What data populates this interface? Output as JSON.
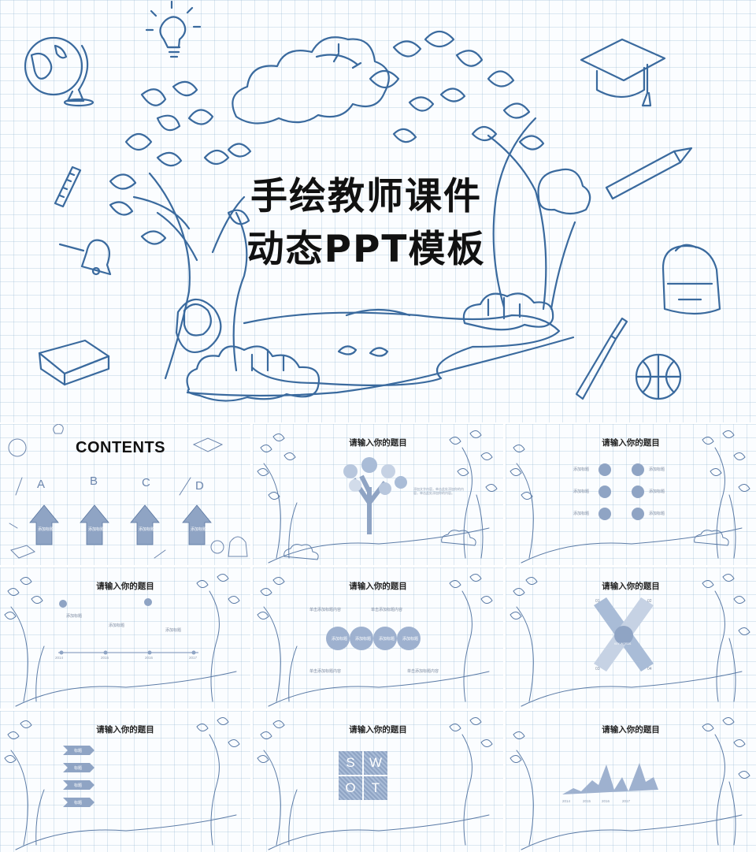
{
  "hero": {
    "title_line_1": "手绘教师课件",
    "title_line_2": "动态PPT模板"
  },
  "thumbnails": [
    {
      "type": "contents",
      "title": "CONTENTS",
      "letters": [
        "A",
        "B",
        "C",
        "D"
      ],
      "arrow_labels": [
        "添加标题",
        "添加标题",
        "添加标题",
        "添加标题"
      ]
    },
    {
      "type": "tree",
      "title": "请输入你的题目",
      "text": "添加文字内容，单击此处添加你的内容，单击此处添加你的内容。"
    },
    {
      "type": "icons",
      "title": "请输入你的题目",
      "labels_left": [
        "添加标题",
        "添加标题",
        "添加标题"
      ],
      "labels_right": [
        "添加标题",
        "添加标题",
        "添加标题"
      ]
    },
    {
      "type": "timeline",
      "title": "请输入你的题目",
      "years": [
        "2014",
        "2015",
        "2016",
        "2017"
      ],
      "items": [
        "添加标题",
        "添加标题",
        "添加标题"
      ]
    },
    {
      "type": "circles",
      "title": "请输入你的题目",
      "circle_labels": [
        "添加标题",
        "添加标题",
        "添加标题",
        "添加标题"
      ],
      "captions": [
        "单击添加标题内容",
        "单击添加标题内容",
        "单击添加标题内容",
        "单击添加标题内容"
      ]
    },
    {
      "type": "cross",
      "title": "请输入你的题目",
      "center_label": "KEY WORDS",
      "numbers": [
        "01",
        "02",
        "03",
        "04"
      ]
    },
    {
      "type": "ribbons",
      "title": "请输入你的题目",
      "ribbon_labels": [
        "标题",
        "标题",
        "标题",
        "标题"
      ]
    },
    {
      "type": "swot",
      "title": "请输入你的题目",
      "cells": [
        "S",
        "W",
        "O",
        "T"
      ]
    },
    {
      "type": "mountain",
      "title": "请输入你的题目",
      "years": [
        "2014",
        "2015",
        "2016",
        "2017"
      ]
    }
  ],
  "colors": {
    "sketch_blue": "#3a6a9e",
    "light_blue": "#7f99c2",
    "grid": "#a0bed7"
  }
}
